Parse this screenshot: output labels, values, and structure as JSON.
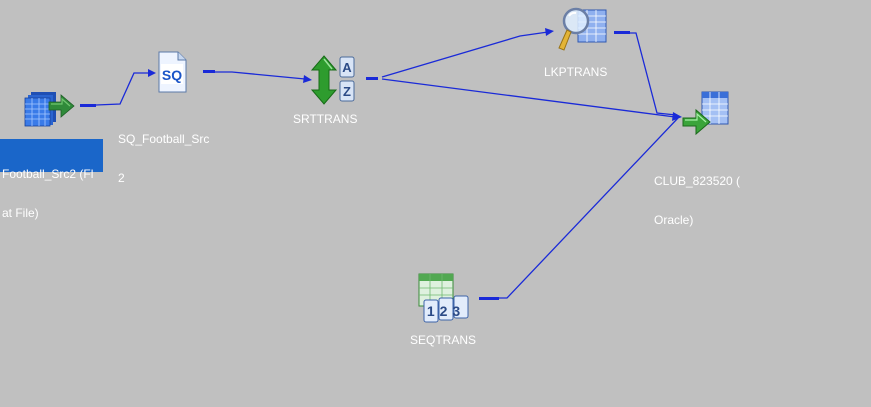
{
  "canvas": {
    "background": "#c0c0c0",
    "link_color": "#1a2ad8",
    "selection_color": "#1a66c9"
  },
  "nodes": {
    "source": {
      "label_line1": "Football_Src2 (Fl",
      "label_line2": "at File)",
      "icon": "flat-file-source-icon",
      "selected": true
    },
    "sq": {
      "label_line1": "SQ_Football_Src",
      "label_line2": "2",
      "icon": "source-qualifier-icon",
      "icon_text": "SQ"
    },
    "sorter": {
      "label": "SRTTRANS",
      "icon": "sorter-transformation-icon",
      "icon_text_top": "A",
      "icon_text_bottom": "Z"
    },
    "lookup": {
      "label": "LKPTRANS",
      "icon": "lookup-transformation-icon"
    },
    "target": {
      "label_line1": "CLUB_823520 (",
      "label_line2": "Oracle)",
      "icon": "oracle-target-icon"
    },
    "sequence": {
      "label": "SEQTRANS",
      "icon": "sequence-generator-icon",
      "icon_text": "123"
    }
  }
}
